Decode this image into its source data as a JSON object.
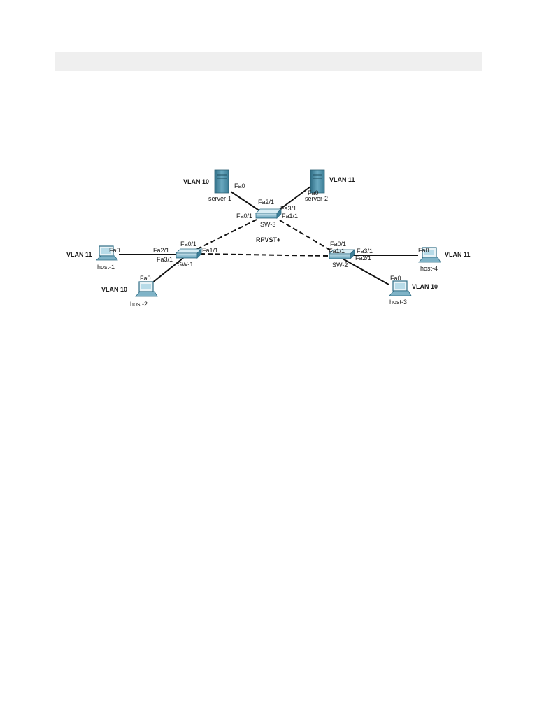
{
  "header": {
    "text": ""
  },
  "diagram": {
    "protocol_label": "RPVST+",
    "devices": {
      "server1": {
        "name": "server-1",
        "vlan": "VLAN 10",
        "port": "Fa0"
      },
      "server2": {
        "name": "server-2",
        "vlan": "VLAN 11",
        "port": "Fa0"
      },
      "sw3": {
        "name": "SW-3",
        "ports": {
          "fa01": "Fa0/1",
          "fa21": "Fa2/1",
          "fa31": "Fa3/1",
          "fa11": "Fa1/1"
        }
      },
      "sw1": {
        "name": "SW-1",
        "ports": {
          "fa01": "Fa0/1",
          "fa21": "Fa2/1",
          "fa31": "Fa3/1",
          "fa11": "Fa1/1"
        }
      },
      "sw2": {
        "name": "SW-2",
        "ports": {
          "fa01": "Fa0/1",
          "fa11": "Fa1/1",
          "fa31": "Fa3/1",
          "fa21": "Fa2/1"
        }
      },
      "host1": {
        "name": "host-1",
        "vlan": "VLAN 11",
        "port": "Fa0"
      },
      "host2": {
        "name": "host-2",
        "vlan": "VLAN 10",
        "port": "Fa0"
      },
      "host3": {
        "name": "host-3",
        "vlan": "VLAN 10",
        "port": "Fa0"
      },
      "host4": {
        "name": "host-4",
        "vlan": "VLAN 11",
        "port": "Fa0"
      }
    },
    "colors": {
      "device": "#4f8fa8",
      "device_dark": "#2f6d85",
      "device_light": "#a9d3e2",
      "link": "#111111"
    }
  }
}
